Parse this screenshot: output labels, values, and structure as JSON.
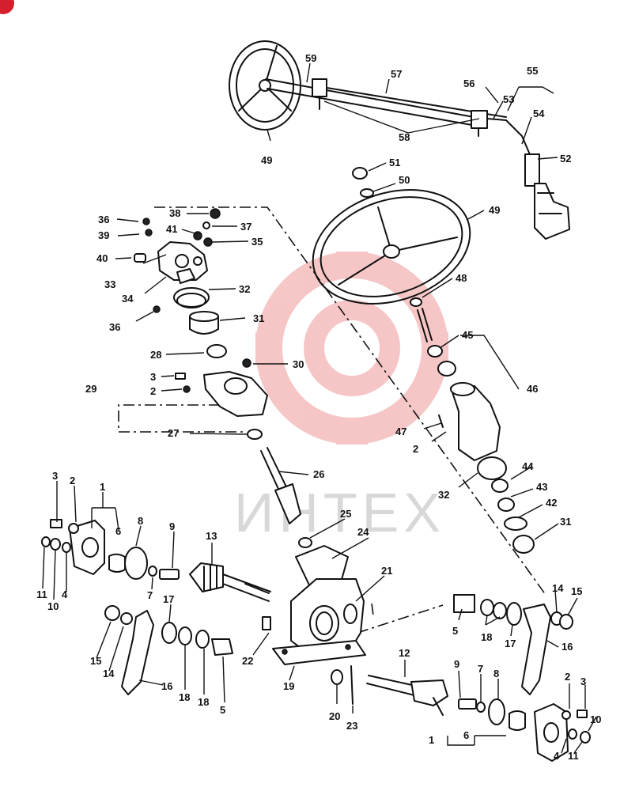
{
  "watermark": {
    "text": "ИНТЕХ",
    "color": "#f3b4b4"
  },
  "labels": {
    "l1a": "1",
    "l1b": "1",
    "l2a": "2",
    "l2b": "2",
    "l2c": "2",
    "l2d": "2",
    "l3a": "3",
    "l3b": "3",
    "l3c": "3",
    "l4a": "4",
    "l4b": "4",
    "l5a": "5",
    "l5b": "5",
    "l6a": "6",
    "l6b": "6",
    "l7a": "7",
    "l7b": "7",
    "l8a": "8",
    "l8b": "8",
    "l9a": "9",
    "l9b": "9",
    "l10a": "10",
    "l10b": "10",
    "l11a": "11",
    "l11b": "11",
    "l12": "12",
    "l13": "13",
    "l14a": "14",
    "l14b": "14",
    "l15a": "15",
    "l15b": "15",
    "l16a": "16",
    "l16b": "16",
    "l17a": "17",
    "l17b": "17",
    "l18a": "18",
    "l18b": "18",
    "l18c": "18",
    "l19": "19",
    "l20": "20",
    "l21": "21",
    "l22": "22",
    "l23": "23",
    "l24": "24",
    "l25": "25",
    "l26": "26",
    "l27": "27",
    "l28": "28",
    "l29": "29",
    "l30": "30",
    "l31a": "31",
    "l31b": "31",
    "l32a": "32",
    "l32b": "32",
    "l33": "33",
    "l34": "34",
    "l35": "35",
    "l36a": "36",
    "l36b": "36",
    "l37": "37",
    "l38": "38",
    "l39": "39",
    "l40": "40",
    "l41": "41",
    "l42": "42",
    "l43": "43",
    "l44": "44",
    "l45": "45",
    "l46": "46",
    "l47": "47",
    "l48": "48",
    "l49a": "49",
    "l49b": "49",
    "l50": "50",
    "l51": "51",
    "l52": "52",
    "l53": "53",
    "l54": "54",
    "l55": "55",
    "l56": "56",
    "l57": "57",
    "l58": "58",
    "l59": "59"
  }
}
